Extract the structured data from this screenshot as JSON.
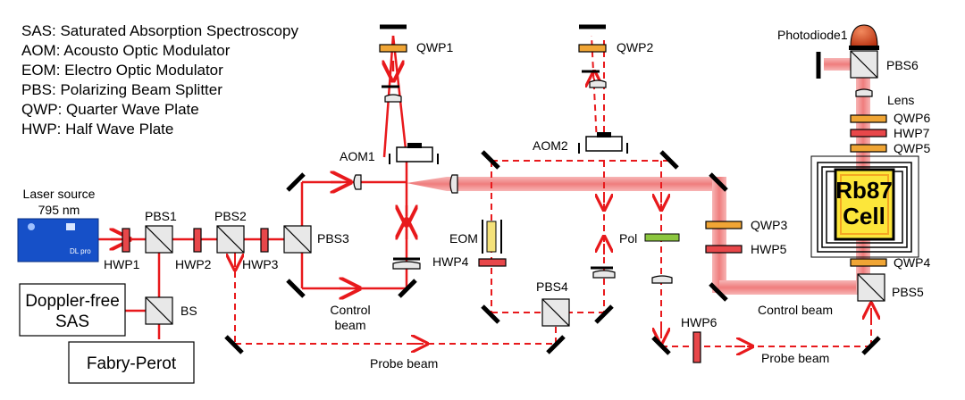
{
  "legend": [
    "SAS: Saturated Absorption Spectroscopy",
    "AOM: Acousto Optic Modulator",
    "EOM: Electro Optic Modulator",
    "PBS: Polarizing Beam Splitter",
    "QWP: Quarter Wave Plate",
    "HWP: Half Wave Plate"
  ],
  "laser": {
    "line1": "Laser source",
    "line2": "795 nm",
    "brand": "DL pro"
  },
  "boxes": {
    "sas_line1": "Doppler-free",
    "sas_line2": "SAS",
    "fabry": "Fabry-Perot"
  },
  "labels": {
    "pbs1": "PBS1",
    "pbs2": "PBS2",
    "pbs3": "PBS3",
    "pbs4": "PBS4",
    "pbs5": "PBS5",
    "pbs6": "PBS6",
    "bs": "BS",
    "hwp1": "HWP1",
    "hwp2": "HWP2",
    "hwp3": "HWP3",
    "hwp4": "HWP4",
    "hwp5": "HWP5",
    "hwp6": "HWP6",
    "hwp7": "HWP7",
    "qwp1": "QWP1",
    "qwp2": "QWP2",
    "qwp3": "QWP3",
    "qwp4": "QWP4",
    "qwp5": "QWP5",
    "qwp6": "QWP6",
    "aom1": "AOM1",
    "aom2": "AOM2",
    "eom": "EOM",
    "pol": "Pol",
    "lens": "Lens",
    "photodiode": "Photodiode1"
  },
  "beams": {
    "control_line1": "Control",
    "control_line2": "beam",
    "control_right": "Control beam",
    "probe_left": "Probe beam",
    "probe_right": "Probe beam"
  },
  "cell": {
    "line1": "Rb87",
    "line2": "Cell"
  },
  "colors": {
    "beam": "#e8191c",
    "wide_beam": "#f08a8a",
    "hwp_fill": "#e8474a",
    "qwp_fill": "#f0a535",
    "pol_fill": "#8cc63f",
    "eom_fill": "#f5e27a",
    "cell_fill": "#fce63a",
    "cell_border": "#f5a623",
    "laser_fill": "#1650c8",
    "photodiode": "#d8431b"
  }
}
